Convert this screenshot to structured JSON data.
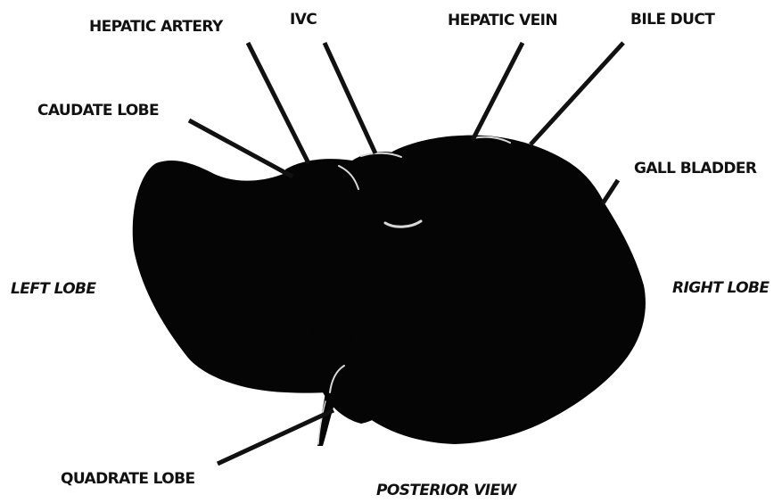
{
  "diagram": {
    "labels": {
      "hepatic_artery": "HEPATIC ARTERY",
      "ivc": "IVC",
      "hepatic_vein": "HEPATIC VEIN",
      "bile_duct": "BILE DUCT",
      "caudate_lobe": "CAUDATE LOBE",
      "gall_bladder": "GALL BLADDER",
      "left_lobe": "LEFT LOBE",
      "right_lobe": "RIGHT LOBE",
      "quadrate_lobe": "QUADRATE LOBE",
      "view": "POSTERIOR VIEW"
    },
    "colors": {
      "organ": "#050505",
      "leader": "#111111",
      "background": "#ffffff",
      "vessel_highlight": "#d8d8d8"
    }
  }
}
